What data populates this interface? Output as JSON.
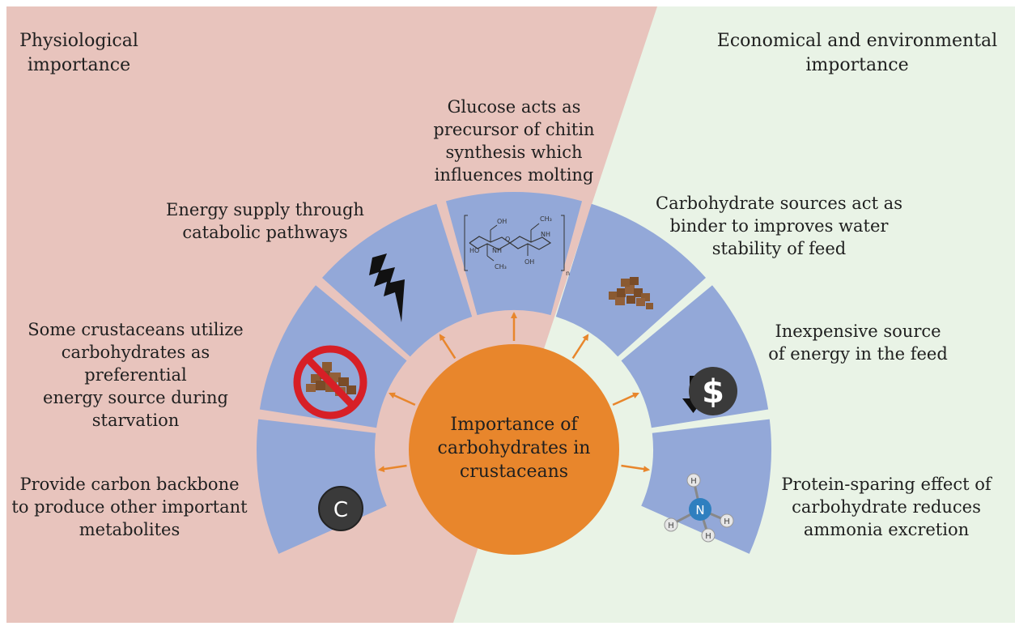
{
  "headers": {
    "left": "Physiological\nimportance",
    "right": "Economical and environmental\nimportance"
  },
  "center": {
    "label": "Importance of\ncarbohydrates in\ncrustaceans"
  },
  "segments": [
    {
      "id": "carbon-backbone",
      "text": "Provide carbon backbone\nto produce other important\nmetabolites",
      "icon": "carbon-atom-icon"
    },
    {
      "id": "starvation",
      "text": "Some crustaceans utilize\ncarbohydrates as preferential\nenergy source during\nstarvation",
      "icon": "no-feed-icon"
    },
    {
      "id": "energy-supply",
      "text": "Energy supply through\ncatabolic pathways",
      "icon": "lightning-icon"
    },
    {
      "id": "chitin",
      "text": "Glucose acts as\nprecursor of chitin\nsynthesis which\ninfluences molting",
      "icon": "chitin-structure-icon"
    },
    {
      "id": "binder",
      "text": "Carbohydrate sources act as\nbinder to improves water\nstability of feed",
      "icon": "feed-pellets-icon"
    },
    {
      "id": "inexpensive",
      "text": "Inexpensive source\nof energy in the feed",
      "icon": "low-cost-icon"
    },
    {
      "id": "protein-sparing",
      "text": "Protein-sparing effect of\ncarbohydrate reduces\nammonia excretion",
      "icon": "ammonia-molecule-icon"
    }
  ],
  "icon_text": {
    "carbon": "C",
    "dollar": "$",
    "nitrogen": "N",
    "hydrogen": "H",
    "chem_oh": "OH",
    "chem_ho": "HO",
    "chem_nh": "NH",
    "chem_ch3": "CH₃",
    "chem_o": "O",
    "chem_n": "n"
  },
  "colors": {
    "left_bg": "#e8c4bd",
    "right_bg": "#e9f3e6",
    "segment": "#93a8d8",
    "center": "#e8862c",
    "arrow": "#e8862c"
  }
}
